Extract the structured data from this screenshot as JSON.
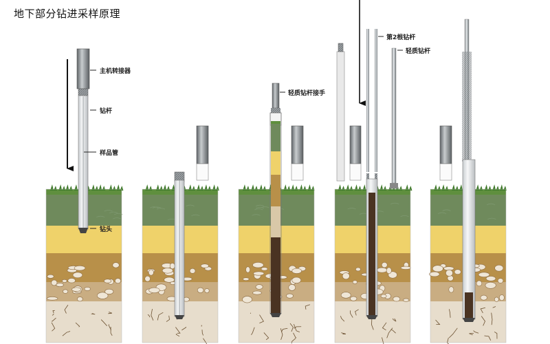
{
  "title": "地下部分钻进采样原理",
  "labels": {
    "host_adapter": "主机转接器",
    "drill_rod": "钻杆",
    "sample_tube": "样品管",
    "drill_bit": "钻头",
    "light_rod_adapter": "轻质钻杆接手",
    "second_rod": "第2根钻杆",
    "light_rod": "轻质钻杆"
  },
  "colors": {
    "grass": "#5f8f3e",
    "topsoil": "#6f8a5c",
    "sand": "#efd26a",
    "loam": "#b89049",
    "rubble": "#c9ad82",
    "bedrock": "#e7ddcc",
    "crack": "#6b5030",
    "rod_metal": "#9aa0a3",
    "core": "#4a3322"
  }
}
